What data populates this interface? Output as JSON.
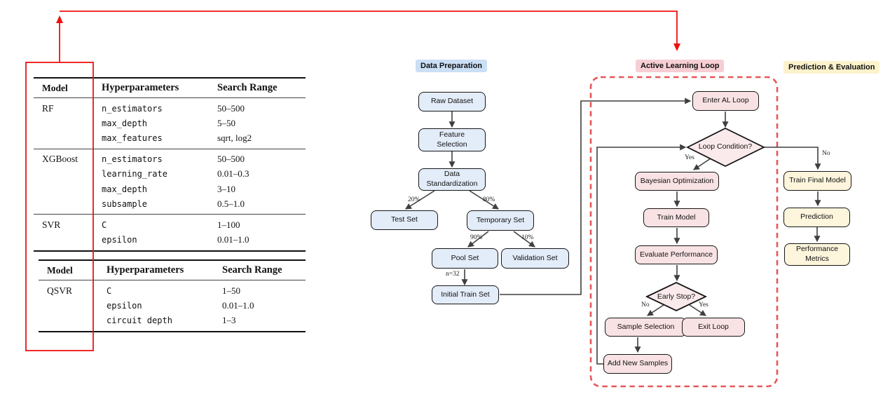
{
  "tables": [
    {
      "col_model": "Model",
      "col_hyper": "Hyperparameters",
      "col_range": "Search Range",
      "groups": [
        {
          "model": "RF",
          "rows": [
            {
              "param": "n_estimators",
              "range": "50–500"
            },
            {
              "param": "max_depth",
              "range": "5–50"
            },
            {
              "param": "max_features",
              "range": "sqrt, log2"
            }
          ]
        },
        {
          "model": "XGBoost",
          "rows": [
            {
              "param": "n_estimators",
              "range": "50–500"
            },
            {
              "param": "learning_rate",
              "range": "0.01–0.3"
            },
            {
              "param": "max_depth",
              "range": "3–10"
            },
            {
              "param": "subsample",
              "range": "0.5–1.0"
            }
          ]
        },
        {
          "model": "SVR",
          "rows": [
            {
              "param": "C",
              "range": "1–100"
            },
            {
              "param": "epsilon",
              "range": "0.01–1.0"
            }
          ]
        }
      ]
    },
    {
      "col_model": "Model",
      "col_hyper": "Hyperparameters",
      "col_range": "Search Range",
      "groups": [
        {
          "model": "QSVR",
          "rows": [
            {
              "param": "C",
              "range": "1–50"
            },
            {
              "param": "epsilon",
              "range": "0.01–1.0"
            },
            {
              "param": "circuit depth",
              "range": "1–3"
            }
          ]
        }
      ]
    }
  ],
  "flowchart": {
    "headers": {
      "data_prep": "Data Preparation",
      "al_loop": "Active Learning Loop",
      "pred_eval": "Prediction & Evaluation"
    },
    "nodes": {
      "raw_dataset": "Raw Dataset",
      "feature_selection": "Feature Selection",
      "data_standardization": "Data Standardization",
      "test_set": "Test Set",
      "temporary_set": "Temporary Set",
      "pool_set": "Pool Set",
      "validation_set": "Validation Set",
      "initial_train_set": "Initial Train Set",
      "enter_al_loop": "Enter AL Loop",
      "loop_condition": "Loop Condition?",
      "bayesian_optimization": "Bayesian Optimization",
      "train_model": "Train Model",
      "evaluate_performance": "Evaluate Performance",
      "early_stop": "Early Stop?",
      "sample_selection": "Sample Selection",
      "exit_loop": "Exit Loop",
      "add_new_samples": "Add New Samples",
      "train_final_model": "Train Final Model",
      "prediction": "Prediction",
      "performance_metrics": "Performance Metrics"
    },
    "edge_labels": {
      "test_split": "20%",
      "temp_split": "80%",
      "pool_split": "90%",
      "val_split": "10%",
      "initial_n": "n=32",
      "loop_yes": "Yes",
      "loop_no": "No",
      "early_no": "No",
      "early_yes": "Yes"
    },
    "colors": {
      "data_prep_header_bg": "#cbdff5",
      "al_header_bg": "#f6ced4",
      "pred_header_bg": "#fcf2cc",
      "node_blue": "#e3ecf9",
      "node_pink": "#f9e2e4",
      "node_yellow": "#fdf5dc",
      "diamond_pink": "#fbeaec",
      "dashed_border": "#e65757",
      "annotation_red": "#ee1010",
      "arrow_gray": "#3f3f3f"
    }
  }
}
